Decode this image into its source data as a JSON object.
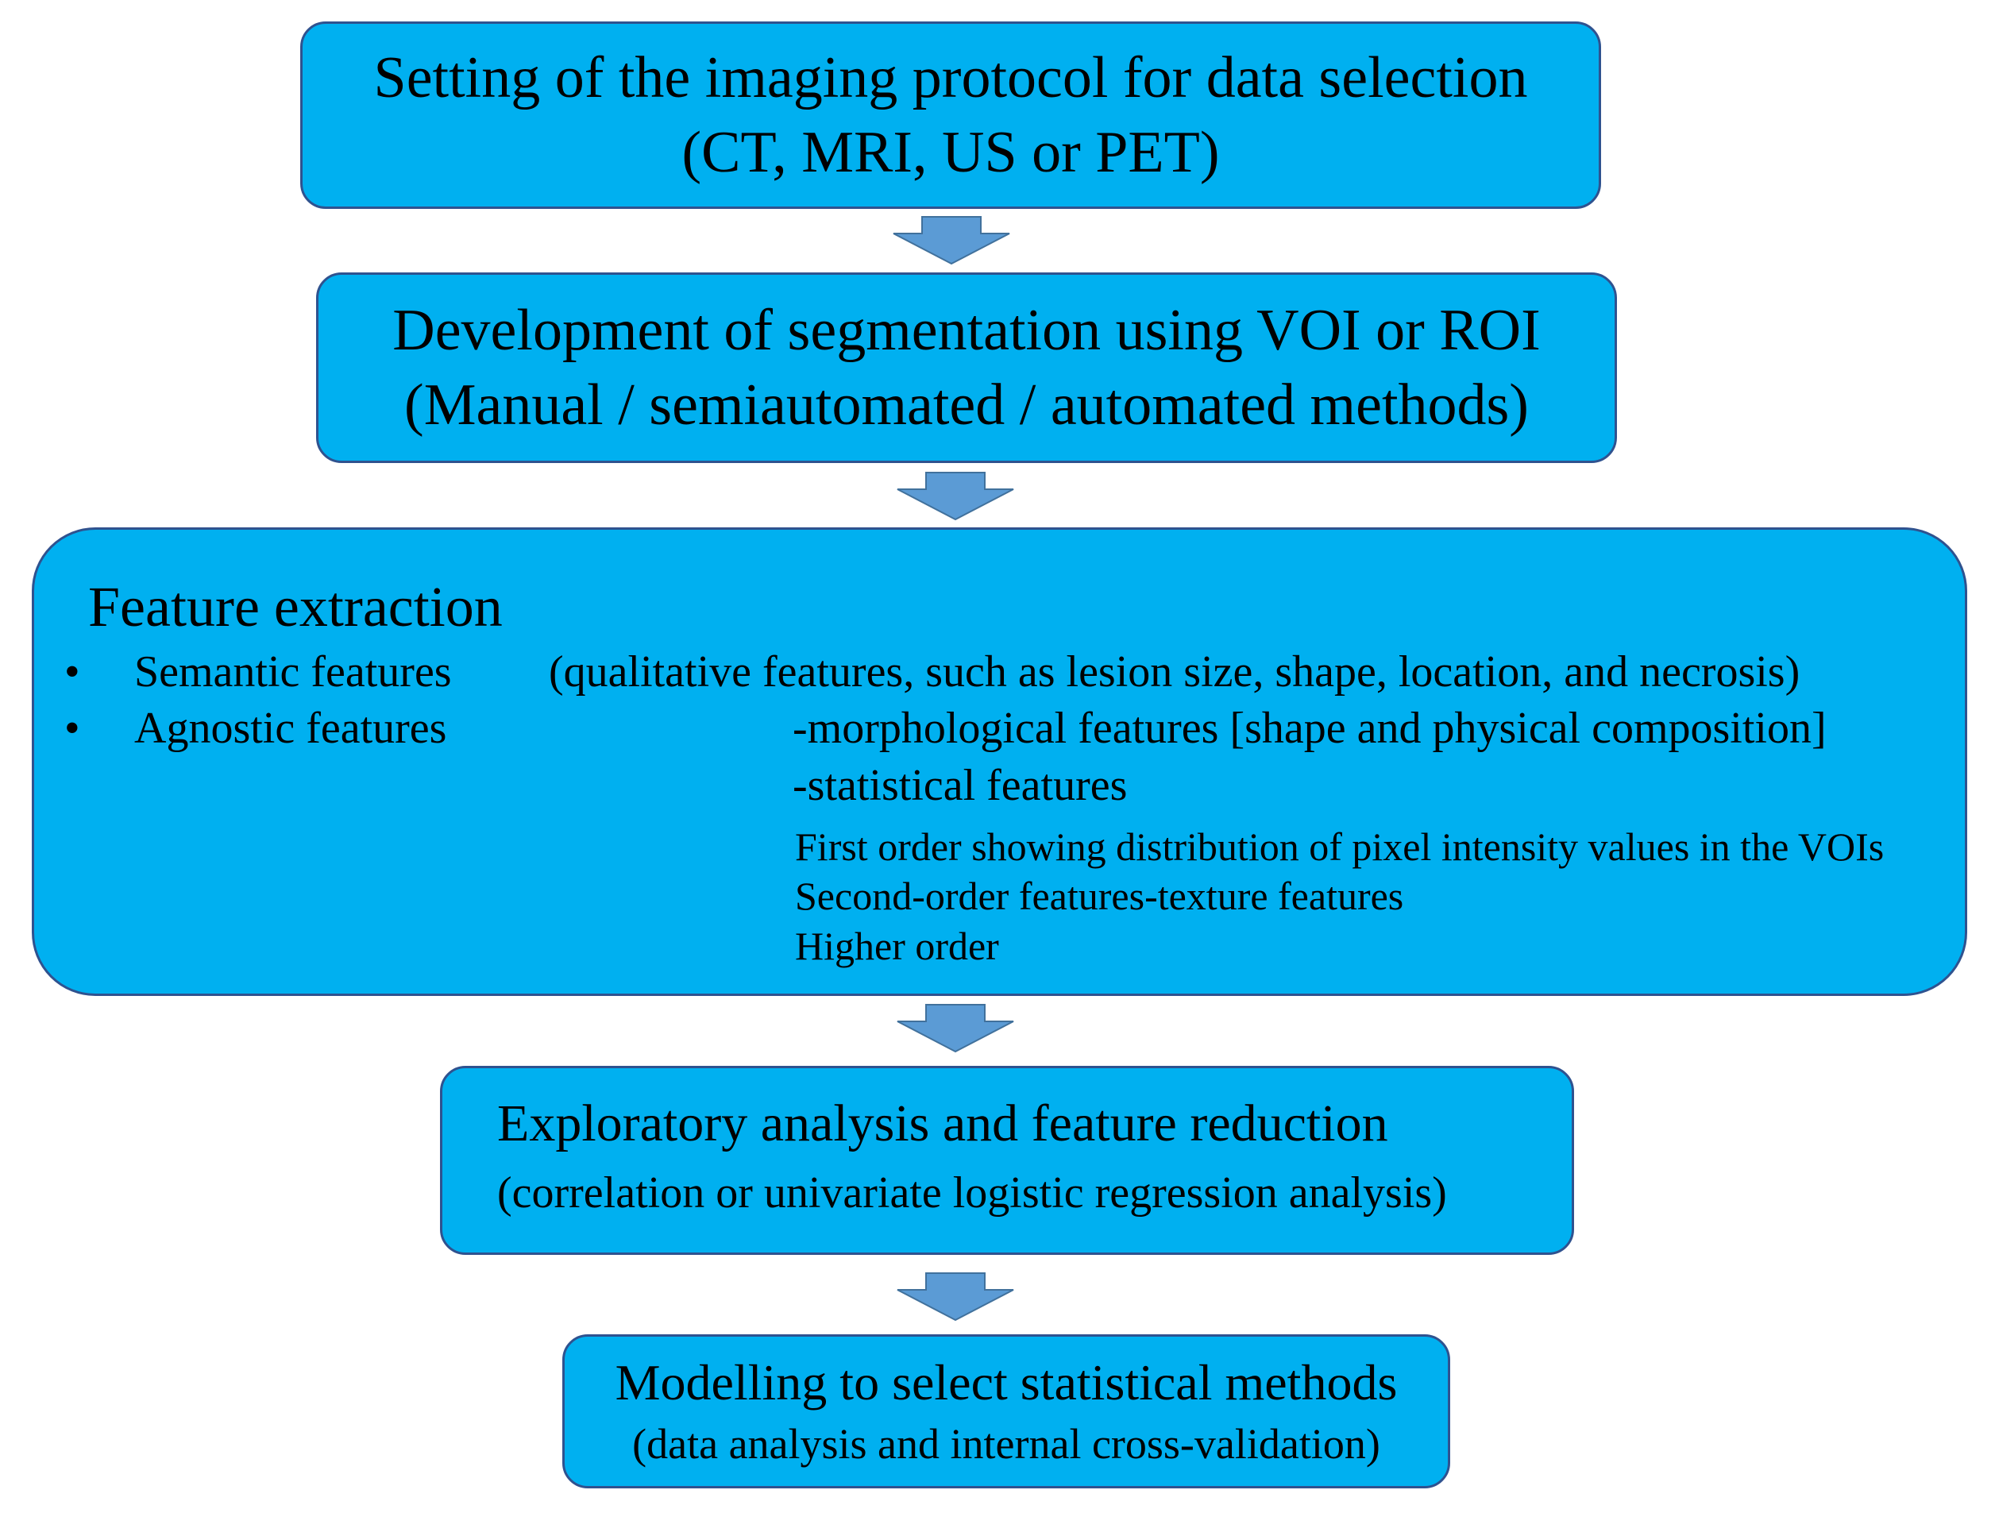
{
  "steps": {
    "protocol": {
      "line1": "Setting of the imaging protocol for data selection",
      "line2": "(CT, MRI, US or PET)"
    },
    "segmentation": {
      "line1": "Development of segmentation using VOI or ROI",
      "line2": "(Manual / semiautomated / automated methods)"
    },
    "feature_extraction": {
      "title": "Feature extraction",
      "bullet": "•",
      "semantic_label": "Semantic features",
      "semantic_desc": "(qualitative features, such as lesion size, shape, location, and necrosis)",
      "agnostic_label": "Agnostic features",
      "agnostic_morph": "-morphological features [shape and physical composition]",
      "agnostic_stat": "-statistical features",
      "first_order": "First order showing distribution of pixel intensity values in the VOIs",
      "second_order": "Second-order features-texture features",
      "higher_order": "Higher order"
    },
    "exploratory": {
      "line1": "Exploratory analysis and feature reduction",
      "line2": "(correlation or univariate logistic regression analysis)"
    },
    "modelling": {
      "line1": "Modelling to select statistical methods",
      "line2": "(data analysis and internal cross-validation)"
    }
  },
  "colors": {
    "box_fill": "#00b0f0",
    "box_border": "#2f528f",
    "arrow_fill": "#5b9bd5",
    "arrow_border": "#41719c"
  }
}
